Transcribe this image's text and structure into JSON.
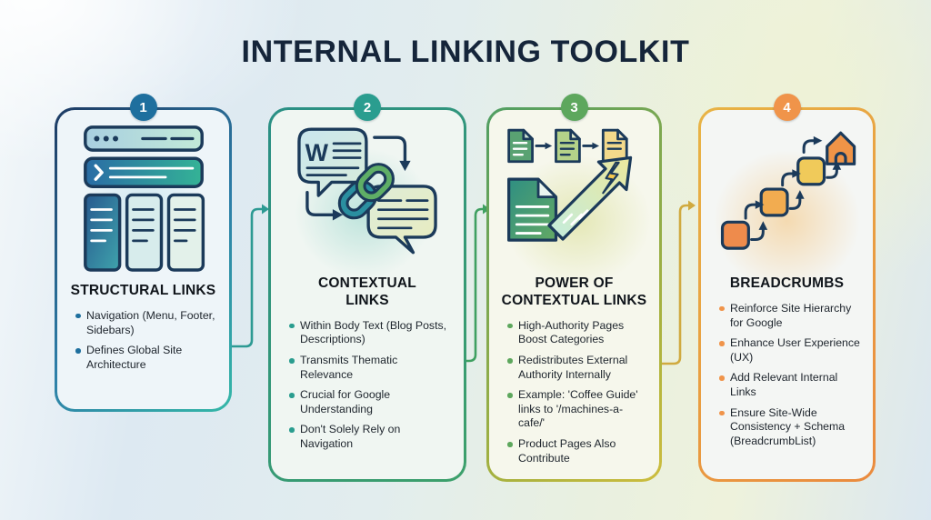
{
  "page": {
    "title": "INTERNAL LINKING TOOLKIT",
    "title_color": "#15253a"
  },
  "panels": [
    {
      "number": "1",
      "title": "STRUCTURAL LINKS",
      "icon": "website-layout-icon",
      "accent": "#1e6f9e",
      "border_gradient": [
        "#1d3a63",
        "#35b8a8"
      ],
      "bullets": [
        "Navigation (Menu, Footer, Sidebars)",
        "Defines Global Site Architecture"
      ]
    },
    {
      "number": "2",
      "title": "CONTEXTUAL LINKS",
      "icon": "linked-chat-bubbles-icon",
      "icon_letter": "W",
      "accent": "#2a9d8f",
      "border_gradient": [
        "#2a8f85",
        "#3da06b"
      ],
      "bullets": [
        "Within Body Text (Blog Posts, Descriptions)",
        "Transmits Thematic Relevance",
        "Crucial for Google Understanding",
        "Don't Solely Rely on Navigation"
      ]
    },
    {
      "number": "3",
      "title": "POWER OF CONTEXTUAL LINKS",
      "icon": "authority-boost-arrow-icon",
      "accent": "#5da75d",
      "border_gradient": [
        "#4f9e63",
        "#cdbd3e"
      ],
      "bullets": [
        "High-Authority Pages Boost Categories",
        "Redistributes External Authority Internally",
        "Example: 'Coffee Guide' links to '/machines-a-cafe/'",
        "Product Pages Also Contribute"
      ]
    },
    {
      "number": "4",
      "title": "BREADCRUMBS",
      "icon": "breadcrumb-trail-home-icon",
      "accent": "#f0944a",
      "border_gradient": [
        "#e8b445",
        "#ea8a3e"
      ],
      "bullets": [
        "Reinforce Site Hierarchy for Google",
        "Enhance User Experience (UX)",
        "Add Relevant Internal Links",
        "Ensure Site-Wide Consistency + Schema (BreadcrumbList)"
      ]
    }
  ],
  "connectors": [
    {
      "from": "panel-1",
      "to": "panel-2",
      "color": "#2d9a93"
    },
    {
      "from": "panel-2",
      "to": "panel-3",
      "color": "#3fa061"
    },
    {
      "from": "panel-3",
      "to": "panel-4",
      "color": "#d0aa3f"
    }
  ]
}
